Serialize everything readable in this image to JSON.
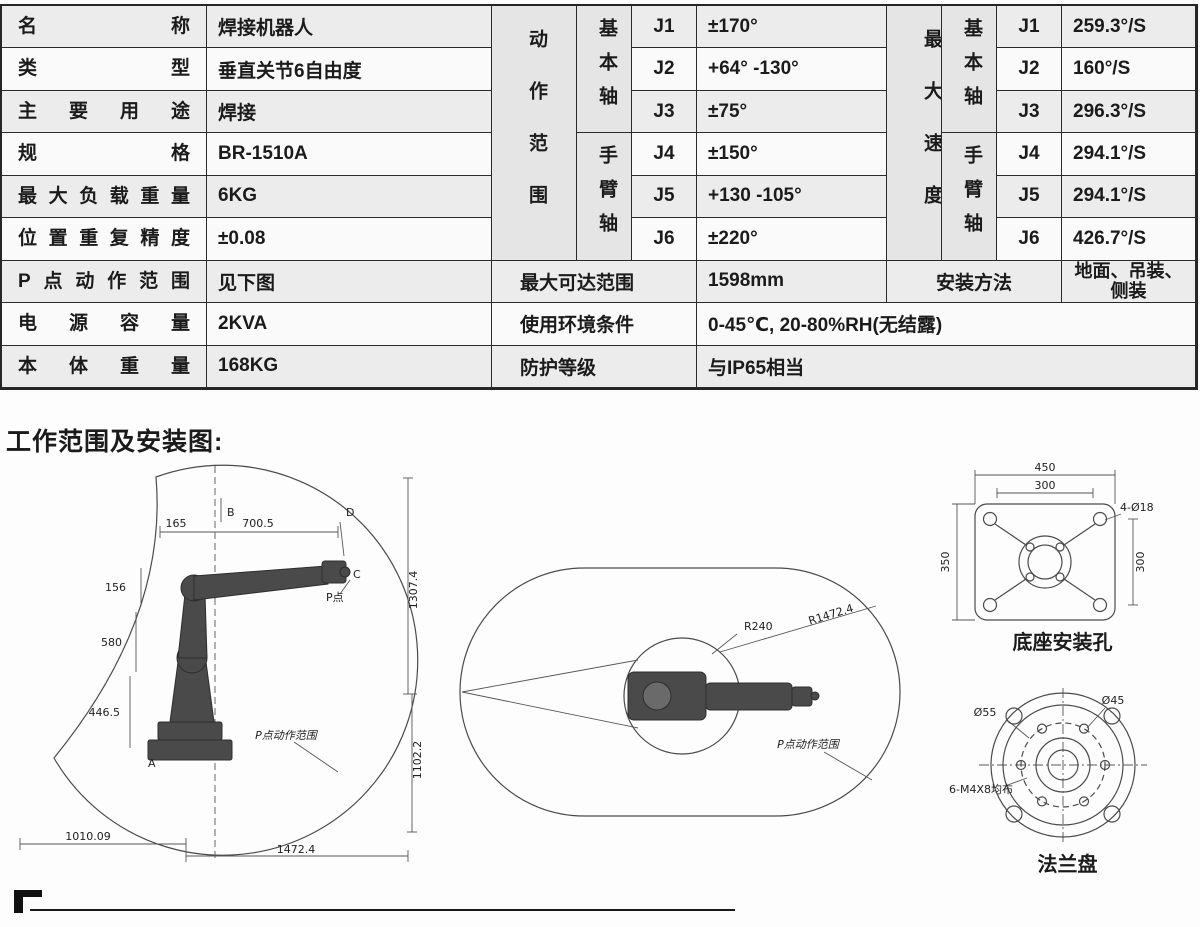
{
  "spec_table": {
    "left_rows": [
      {
        "label": "名称",
        "value": "焊接机器人"
      },
      {
        "label": "类型",
        "value": "垂直关节6自由度"
      },
      {
        "label": "主要用途",
        "value": "焊接"
      },
      {
        "label": "规格",
        "value": "BR-1510A"
      },
      {
        "label": "最大负载重量",
        "value": "6KG"
      },
      {
        "label": "位置重复精度",
        "value": "±0.08"
      },
      {
        "label": "P点动作范围",
        "value": "见下图"
      },
      {
        "label": "电源容量",
        "value": "2KVA"
      },
      {
        "label": "本体重量",
        "value": "168KG"
      }
    ],
    "motion_range": {
      "group_label": "动作范围",
      "basic_axes_label": "基本轴",
      "arm_axes_label": "手臂轴",
      "rows": [
        {
          "axis": "J1",
          "range": "±170°"
        },
        {
          "axis": "J2",
          "range": "+64° -130°"
        },
        {
          "axis": "J3",
          "range": "±75°"
        },
        {
          "axis": "J4",
          "range": "±150°"
        },
        {
          "axis": "J5",
          "range": "+130 -105°"
        },
        {
          "axis": "J6",
          "range": "±220°"
        }
      ]
    },
    "max_speed": {
      "group_label": "最大速度",
      "basic_axes_label": "基本轴",
      "arm_axes_label": "手臂轴",
      "rows": [
        {
          "axis": "J1",
          "speed": "259.3°/S"
        },
        {
          "axis": "J2",
          "speed": "160°/S"
        },
        {
          "axis": "J3",
          "speed": "296.3°/S"
        },
        {
          "axis": "J4",
          "speed": "294.1°/S"
        },
        {
          "axis": "J5",
          "speed": "294.1°/S"
        },
        {
          "axis": "J6",
          "speed": "426.7°/S"
        }
      ]
    },
    "bottom_rows": {
      "max_reach_label": "最大可达范围",
      "max_reach_value": "1598mm",
      "install_label": "安装方法",
      "install_value": "地面、吊装、侧装",
      "env_label": "使用环境条件",
      "env_value": "0-45℃, 20-80%RH(无结露)",
      "protection_label": "防护等级",
      "protection_value": "与IP65相当"
    }
  },
  "section_heading": "工作范围及安装图:",
  "drawings": {
    "side_view": {
      "label_b": "B",
      "label_d": "D",
      "label_c": "C",
      "label_p": "P点",
      "dim_165": "165",
      "dim_700_5": "700.5",
      "dim_156": "156",
      "dim_580": "580",
      "dim_446_5": "446.5",
      "label_a": "A",
      "dim_1307_4": "1307.4",
      "dim_1102_2": "1102.2",
      "dim_1010_09": "1010.09",
      "dim_1472_4": "1472.4",
      "envelope_label": "P点动作范围"
    },
    "top_view": {
      "dim_r240": "R240",
      "dim_r1472_4": "R1472.4",
      "envelope_label": "P点动作范围"
    },
    "base_plate": {
      "dim_450": "450",
      "dim_300_top": "300",
      "dim_350": "350",
      "dim_300_right": "300",
      "holes_label": "4-Ø18",
      "caption": "底座安装孔"
    },
    "flange": {
      "dim_55": "Ø55",
      "dim_45": "Ø45",
      "bolts_label": "6-M4X8均布",
      "caption": "法兰盘"
    }
  }
}
